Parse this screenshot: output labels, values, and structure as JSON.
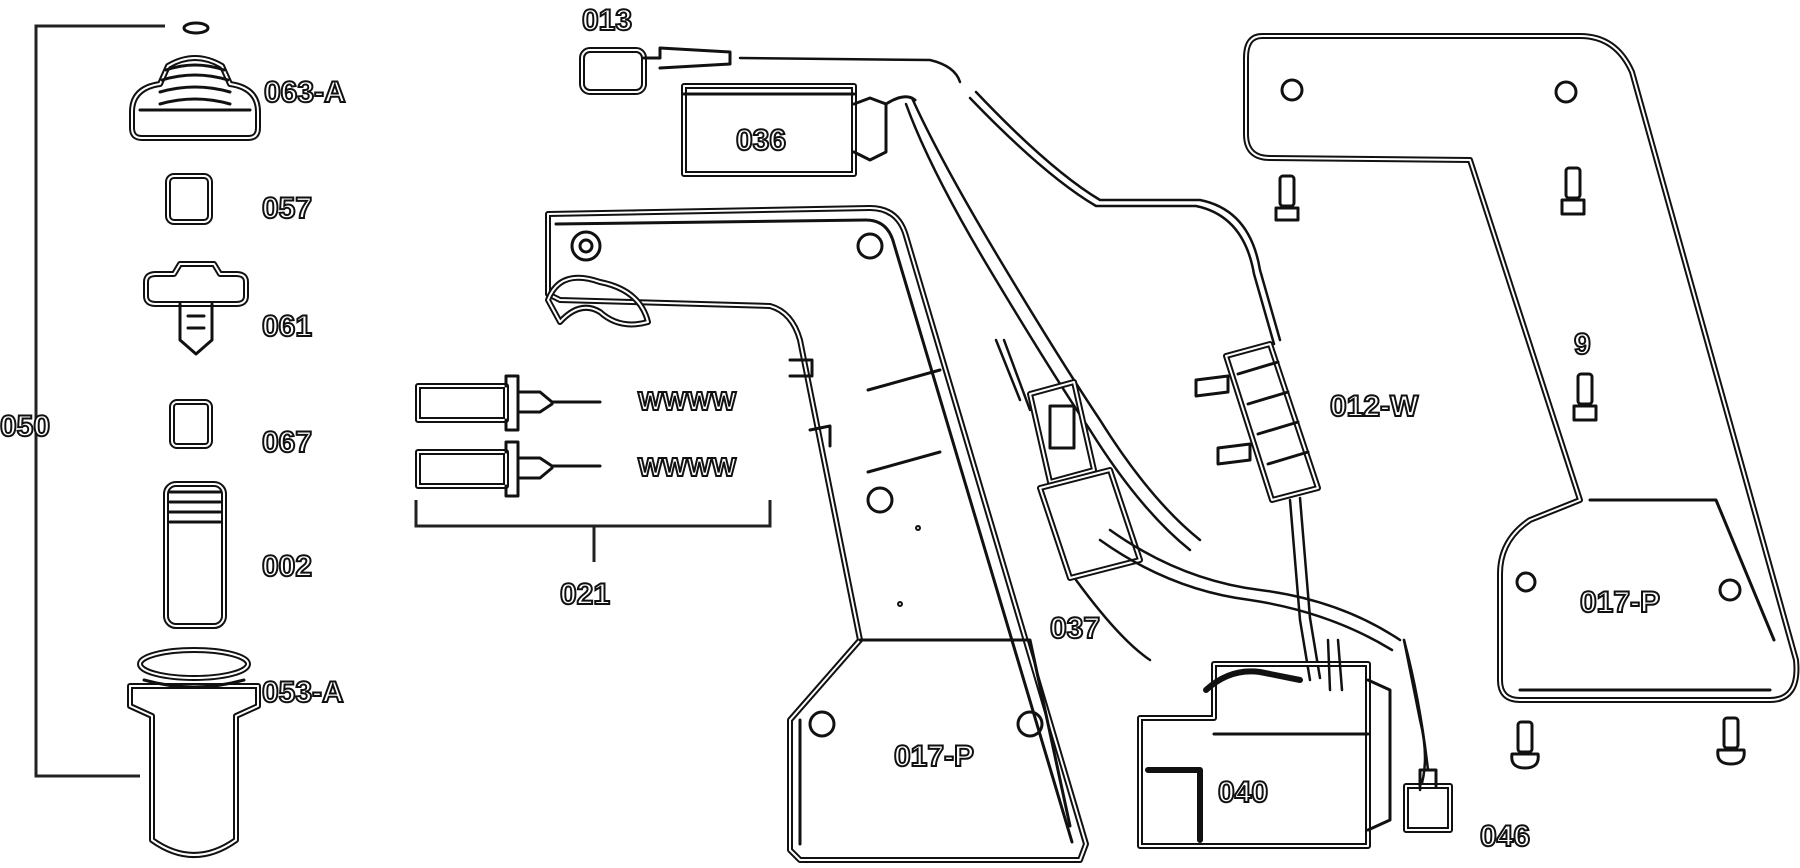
{
  "diagram": {
    "labels": {
      "l013": "013",
      "l063a": "063-A",
      "l036": "036",
      "l057": "057",
      "l061": "061",
      "l050": "050",
      "l067": "067",
      "l002": "002",
      "l053a": "053-A",
      "l021": "021",
      "l017p_left": "017-P",
      "l037": "037",
      "l012w": "012-W",
      "l040": "040",
      "l046": "046",
      "l017p_right": "017-P",
      "l9": "9"
    },
    "spring_text": {
      "spring_top": "WWWW",
      "spring_bottom": "WWWW"
    }
  }
}
